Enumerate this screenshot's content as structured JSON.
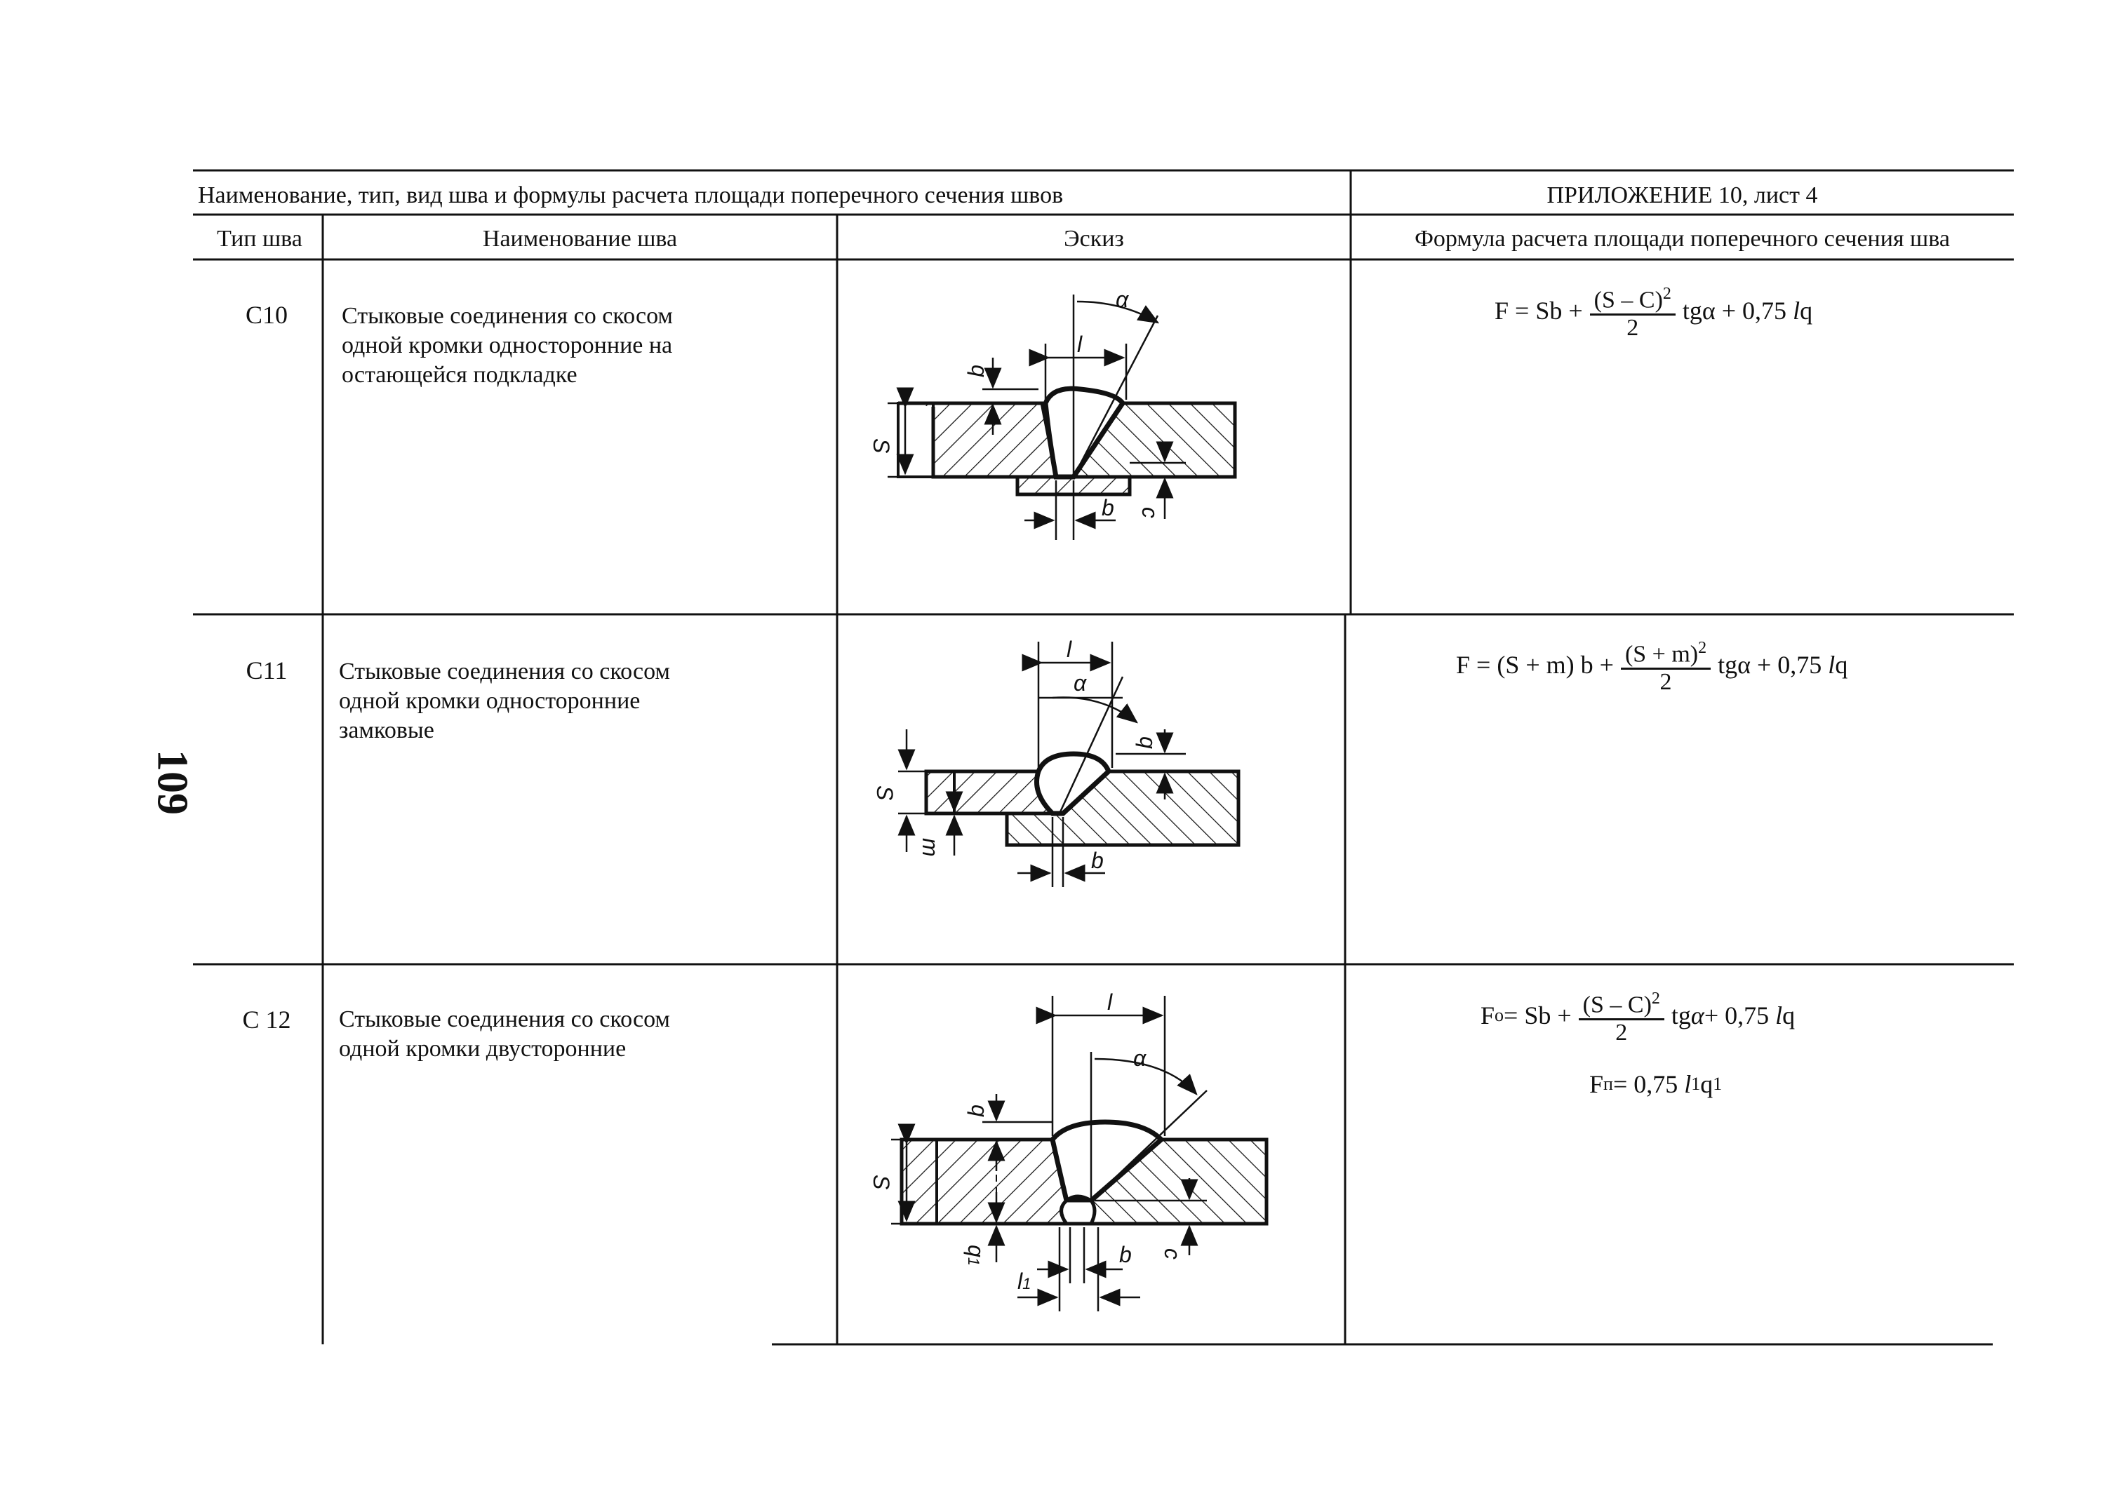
{
  "page_number": "109",
  "header": {
    "left_title": "Наименование, тип, вид шва и формулы расчета площади поперечного сечения швов",
    "right_title": "ПРИЛОЖЕНИЕ 10, лист 4"
  },
  "columns": {
    "type": "Тип шва",
    "name": "Наименование шва",
    "sketch": "Эскиз",
    "formula": "Формула расчета площади поперечного сечения шва"
  },
  "rows": [
    {
      "type": "С10",
      "name_lines": [
        "Стыковые соединения со скосом",
        "одной кромки односторонние на",
        "остающейся подкладке"
      ],
      "formula": {
        "lhs": "F = Sb +",
        "num": "(S – C)",
        "sup": "2",
        "den": "2",
        "rhs": "tgα + 0,75",
        "rhs_it": "l",
        "rhs_end": "q"
      }
    },
    {
      "type": "С11",
      "name_lines": [
        "Стыковые соединения со скосом",
        "одной кромки односторонние",
        "замковые"
      ],
      "formula": {
        "lhs": "F = (S + m) b +",
        "num": "(S + m)",
        "sup": "2",
        "den": "2",
        "rhs": "tgα + 0,75",
        "rhs_it": "l",
        "rhs_end": "q"
      }
    },
    {
      "type": "С 12",
      "name_lines": [
        "Стыковые соединения со скосом",
        "одной кромки двусторонние"
      ],
      "formula": {
        "lhs_base": "F",
        "lhs_sub": "о",
        "lhs": " = Sb +",
        "num": "(S – C)",
        "sup": "2",
        "den": "2",
        "rhs": "tg",
        "rhs_alpha": "α",
        "rhs_tail": " + 0,75",
        "rhs_it": "l",
        "rhs_end": "q"
      },
      "formula2": {
        "base": "F",
        "sub": "п",
        "body": " = 0,75",
        "it": "l",
        "it_sub": "1",
        "tail": "q",
        "tail_sub": "1"
      }
    }
  ],
  "sketch_labels": {
    "alpha": "α",
    "l": "l",
    "q": "q",
    "s": "S",
    "b": "b",
    "c": "c",
    "m": "m",
    "q1": "q",
    "q1_sub": "1",
    "l1": "l",
    "l1_sub": "1"
  }
}
